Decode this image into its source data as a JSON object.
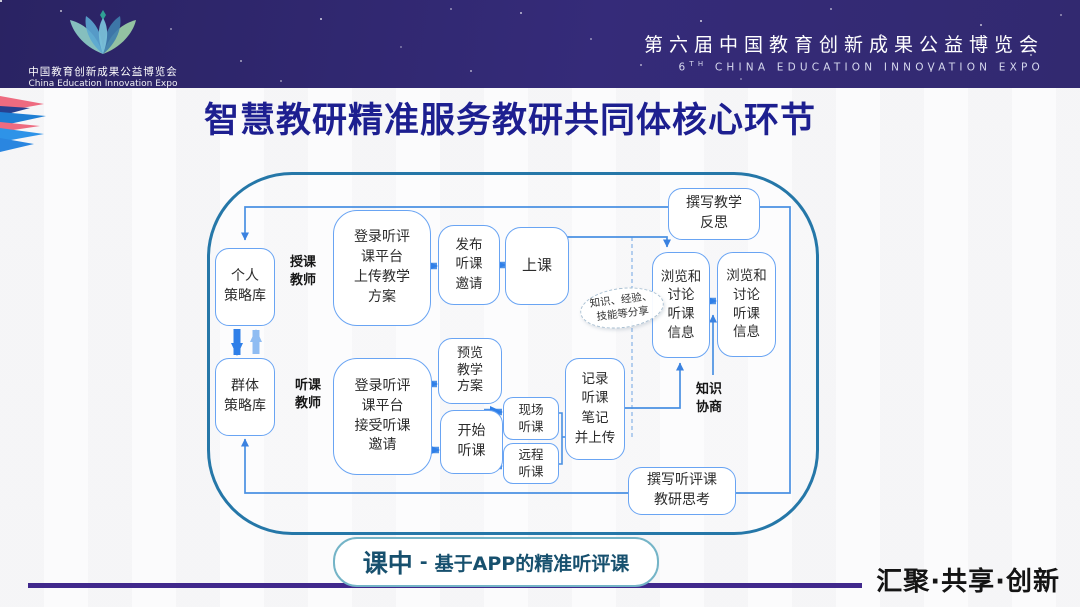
{
  "header": {
    "logo_title_zh": "中国教育创新成果公益博览会",
    "logo_title_en": "China Education Innovation Expo",
    "expo_title_zh": "第六届中国教育创新成果公益博览会",
    "expo_title_en_num": "6",
    "expo_title_en_sup": "TH",
    "expo_title_en_rest": " CHINA EDUCATION INNOVATION EXPO"
  },
  "slide": {
    "title": "智慧教研精准服务教研共同体核心环节",
    "footer_stage": "课中",
    "footer_dash": "-",
    "footer_desc": "基于APP的精准听评课",
    "motto": "汇聚·共享·创新"
  },
  "diagram": {
    "roles": {
      "teaching_teacher": "授课\n教师",
      "listening_teacher": "听课\n教师",
      "knowledge_negotiation": "知识\n协商"
    },
    "cloud_note": "知识、经验、\n技能等分享",
    "boxes": {
      "personal_strategy": "个人\n策略库",
      "group_strategy": "群体\n策略库",
      "login_upload_plan": "登录听评\n课平台\n上传教学\n方案",
      "publish_invite": "发布\n听课\n邀请",
      "attend_class": "上课",
      "write_teaching_reflection": "撰写教学\n反思",
      "browse_discuss_1": "浏览和\n讨论\n听课\n信息",
      "browse_discuss_2": "浏览和\n讨论\n听课\n信息",
      "preview_plan": "预览\n教学\n方案",
      "login_accept_invite": "登录听评\n课平台\n接受听课\n邀请",
      "start_listening": "开始\n听课",
      "onsite_listening": "现场\n听课",
      "remote_listening": "远程\n听课",
      "record_notes_upload": "记录\n听课\n笔记\n并上传",
      "write_research_thoughts": "撰写听评课\n教研思考"
    },
    "colors": {
      "box_border": "#69a4f3",
      "flow_line": "#4a90e2",
      "container_border": "#2577a8",
      "accent_purple": "#40288c",
      "title_blue": "#1d1f90",
      "header_bg": "#2f2870"
    }
  }
}
